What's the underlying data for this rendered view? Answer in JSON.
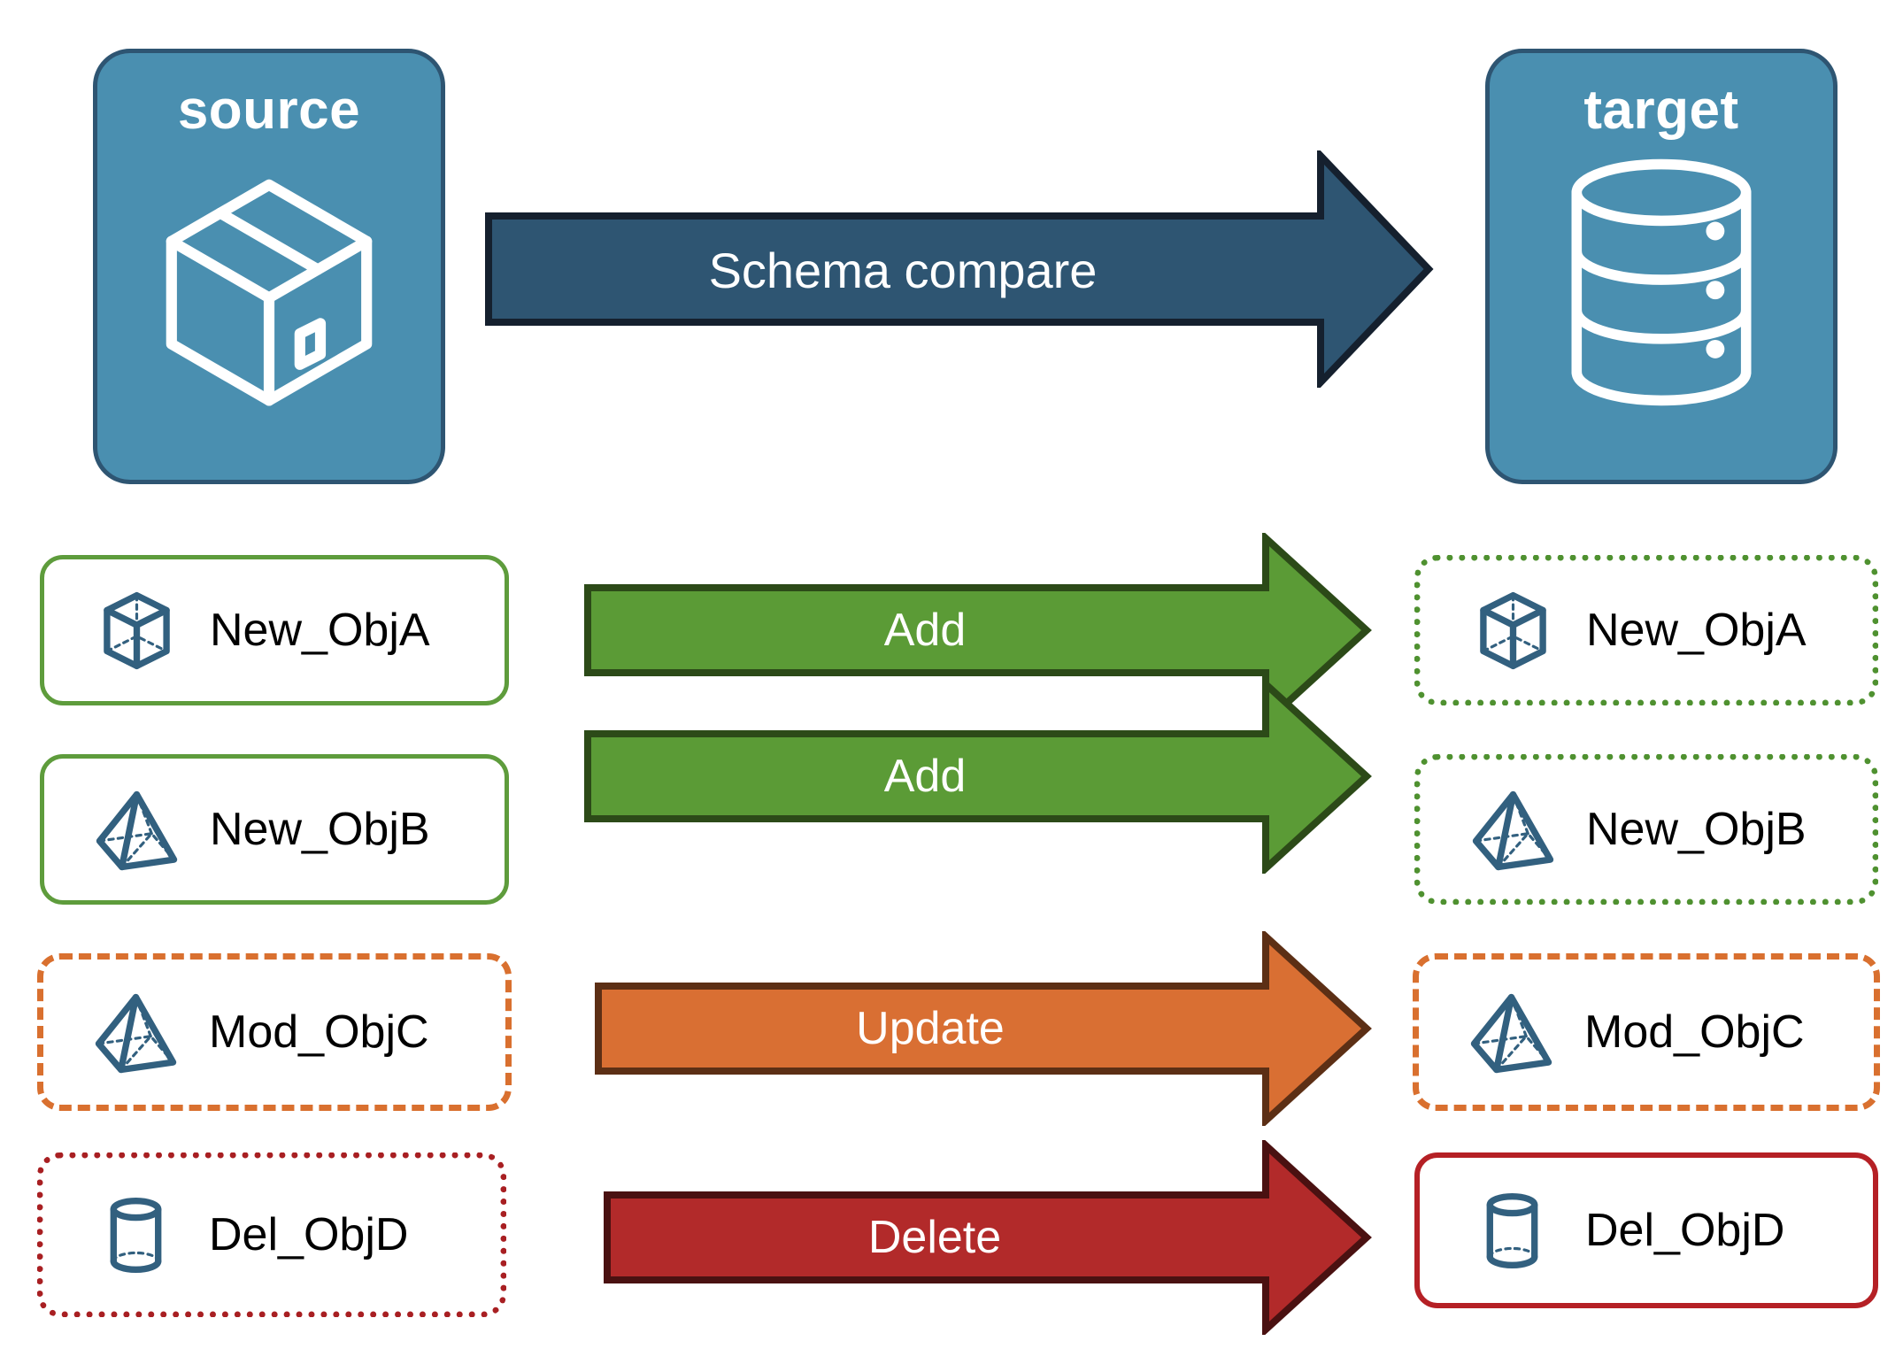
{
  "diagram": {
    "title_source": "source",
    "title_target": "target",
    "compare_label": "Schema compare",
    "colors": {
      "panel_blue": "#4a8fb0",
      "panel_blue_border": "#2e5572",
      "arrow_blue": "#2e5572",
      "arrow_blue_border": "#15202e",
      "green": "#5b9b36",
      "green_border": "#2c4a18",
      "orange": "#d96f33",
      "orange_border": "#5c2f15",
      "red": "#b22a2a",
      "red_border": "#4a1111",
      "icon_blue": "#32607f",
      "text_white": "#ffffff",
      "text_black": "#000000",
      "background": "#ffffff"
    },
    "source_panel": {
      "label": "source",
      "icon": "package-box-icon"
    },
    "target_panel": {
      "label": "target",
      "icon": "database-cylinder-icon"
    },
    "compare_arrow": {
      "label": "Schema compare",
      "icon": "right-block-arrow-icon"
    },
    "rows": [
      {
        "source": {
          "label": "New_ObjA",
          "icon": "wireframe-cube-icon",
          "border": "solid-green"
        },
        "arrow": {
          "label": "Add",
          "color": "green",
          "icon": "right-block-arrow-icon"
        },
        "target": {
          "label": "New_ObjA",
          "icon": "wireframe-cube-icon",
          "border": "dotted-green"
        }
      },
      {
        "source": {
          "label": "New_ObjB",
          "icon": "wireframe-pyramid-icon",
          "border": "solid-green"
        },
        "arrow": {
          "label": "Add",
          "color": "green",
          "icon": "right-block-arrow-icon"
        },
        "target": {
          "label": "New_ObjB",
          "icon": "wireframe-pyramid-icon",
          "border": "dotted-green"
        }
      },
      {
        "source": {
          "label": "Mod_ObjC",
          "icon": "wireframe-pyramid-icon",
          "border": "dashed-orange"
        },
        "arrow": {
          "label": "Update",
          "color": "orange",
          "icon": "right-block-arrow-icon"
        },
        "target": {
          "label": "Mod_ObjC",
          "icon": "wireframe-pyramid-icon",
          "border": "dashed-orange"
        }
      },
      {
        "source": {
          "label": "Del_ObjD",
          "icon": "wireframe-cylinder-icon",
          "border": "dotted-red"
        },
        "arrow": {
          "label": "Delete",
          "color": "red",
          "icon": "right-block-arrow-icon"
        },
        "target": {
          "label": "Del_ObjD",
          "icon": "wireframe-cylinder-icon",
          "border": "solid-red"
        }
      }
    ]
  }
}
